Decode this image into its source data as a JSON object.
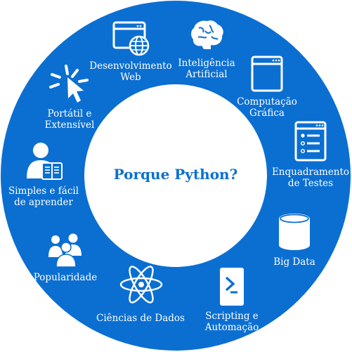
{
  "diagram": {
    "title": "Porque Python?",
    "colors": {
      "ring": "#0b6fd1",
      "center": "#ffffff",
      "title": "#0b6fd1",
      "label": "#ffffff"
    },
    "items": [
      {
        "name": "web-development",
        "label": "Desenvolvimento\nWeb",
        "icon": "browser-globe-icon"
      },
      {
        "name": "artificial-intelligence",
        "label": "Inteligência\nArtificial",
        "icon": "brain-icon"
      },
      {
        "name": "computer-graphics",
        "label": "Computação\nGráfica",
        "icon": "window-icon"
      },
      {
        "name": "test-frameworks",
        "label": "Enquadramento\nde Testes",
        "icon": "checklist-icon"
      },
      {
        "name": "big-data",
        "label": "Big Data",
        "icon": "database-icon"
      },
      {
        "name": "scripting",
        "label": "Scripting e\nAutomação",
        "icon": "terminal-icon"
      },
      {
        "name": "data-science",
        "label": "Ciências de Dados",
        "icon": "atom-icon"
      },
      {
        "name": "popularity",
        "label": "Popularidade",
        "icon": "people-icon"
      },
      {
        "name": "easy-learning",
        "label": "Simples e fácil\nde aprender",
        "icon": "reader-icon"
      },
      {
        "name": "portable",
        "label": "Portátil e\nExtensível",
        "icon": "cursor-click-icon"
      }
    ]
  }
}
